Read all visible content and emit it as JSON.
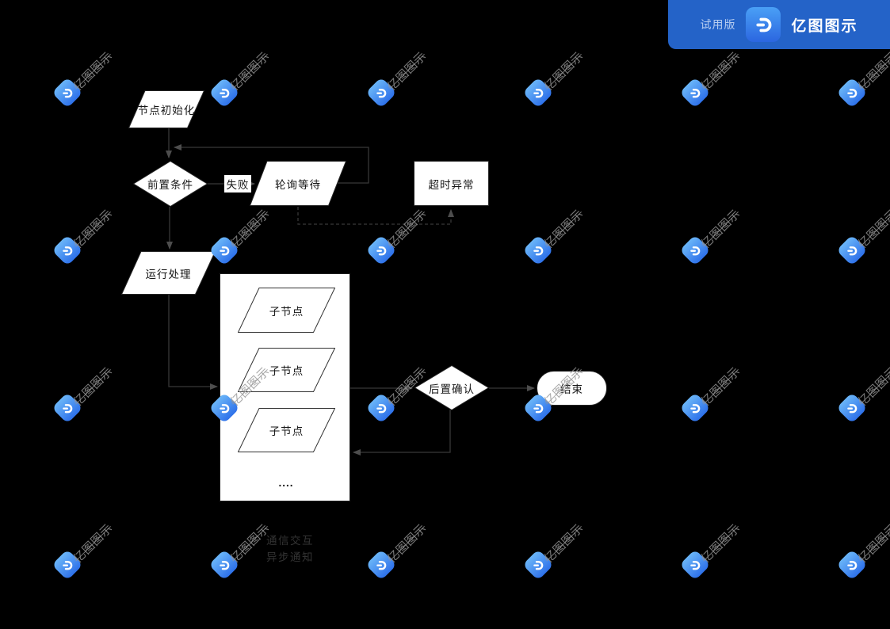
{
  "banner": {
    "trial_label": "试用版",
    "app_name": "亿图图示"
  },
  "watermark": {
    "text": "亿图图示"
  },
  "nodes": {
    "init": {
      "label": "节点初始化",
      "type": "parallelogram"
    },
    "precondition": {
      "label": "前置条件",
      "type": "diamond"
    },
    "fail": {
      "label": "失败",
      "type": "edge-label"
    },
    "polling": {
      "label": "轮询等待",
      "type": "parallelogram"
    },
    "timeout": {
      "label": "超时异常",
      "type": "rectangle"
    },
    "run": {
      "label": "运行处理",
      "type": "parallelogram"
    },
    "child1": {
      "label": "子节点",
      "type": "parallelogram"
    },
    "child2": {
      "label": "子节点",
      "type": "parallelogram"
    },
    "child3": {
      "label": "子节点",
      "type": "parallelogram"
    },
    "ellipsis": {
      "label": "....",
      "type": "text"
    },
    "post_confirm": {
      "label": "后置确认",
      "type": "diamond"
    },
    "end": {
      "label": "结束",
      "type": "terminator"
    }
  },
  "legend": {
    "line1": "通信交互",
    "line2": "异步通知"
  },
  "colors": {
    "canvas_bg": "#000000",
    "shape_fill": "#ffffff",
    "shape_stroke": "#333333",
    "connector": "#383838",
    "banner_bg": "#2463c8",
    "logo_gradient_start": "#4aa0f6",
    "logo_gradient_end": "#2b66e0"
  }
}
